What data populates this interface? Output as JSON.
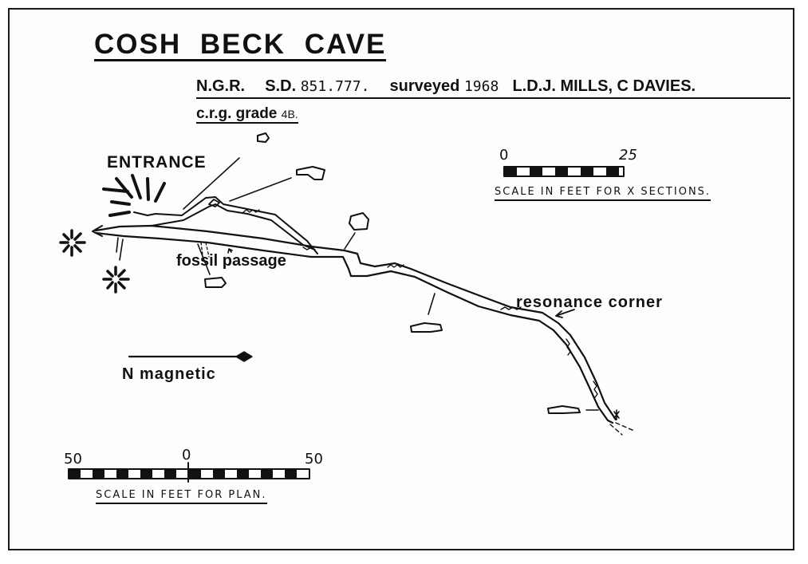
{
  "survey": {
    "title": "COSH BECK CAVE",
    "ngr_label": "N.G.R.",
    "sd_label": "S.D.",
    "sd_value": "851.777.",
    "surveyed_label": "surveyed",
    "surveyed_year": "1968",
    "surveyors": "L.D.J. MILLS, C DAVIES.",
    "grade_label": "c.r.g. grade",
    "grade_value": "4B."
  },
  "plan_labels": {
    "entrance": "ENTRANCE",
    "fossil_passage": "fossil passage",
    "resonance_corner": "resonance corner",
    "north": "N magnetic"
  },
  "x_section_scale": {
    "start": "0",
    "end": "25",
    "caption": "SCALE IN FEET FOR X SECTIONS."
  },
  "plan_scale": {
    "left": "50",
    "middle": "0",
    "right": "50",
    "caption": "SCALE IN FEET FOR PLAN."
  },
  "colors": {
    "ink": "#111111",
    "paper": "#fdfdfb"
  }
}
